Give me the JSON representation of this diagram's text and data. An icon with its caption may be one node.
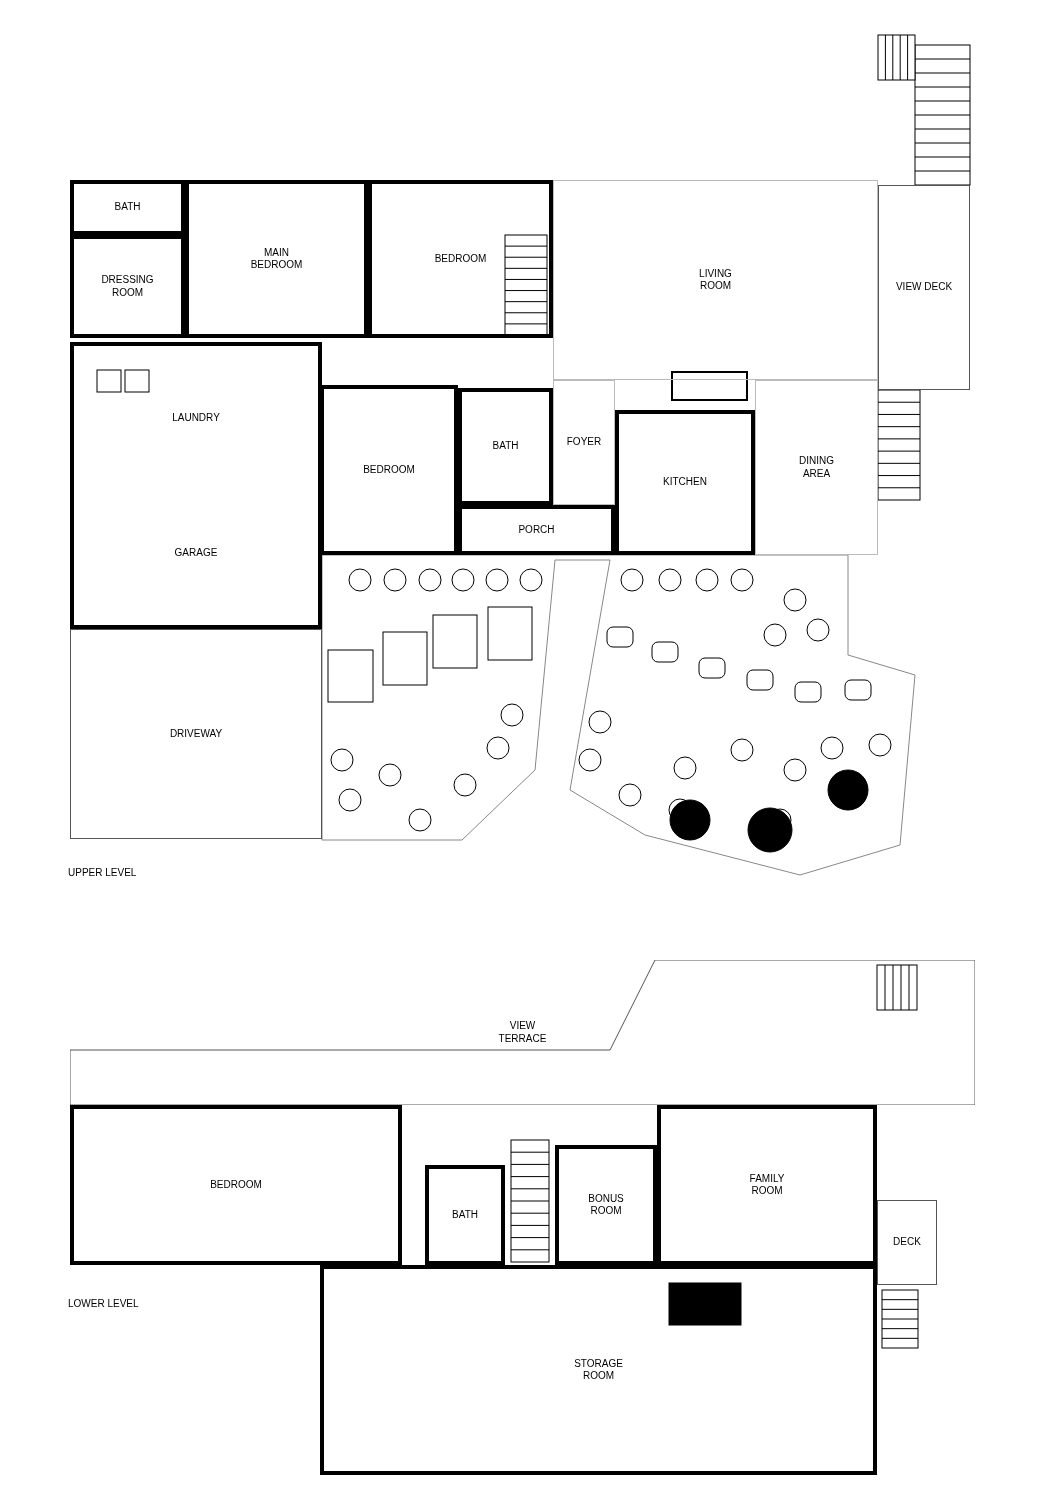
{
  "diagram": {
    "nodes": [
      {
        "text": [
          "BATH"
        ]
      },
      {
        "text": [
          "MAIN BEDROOM"
        ]
      },
      {
        "text": [
          "BEDROOM"
        ]
      },
      {
        "text": [
          "LIVING ROOM"
        ]
      },
      {
        "text": [
          "DRESSING ROOM"
        ]
      },
      {
        "text": [
          "VIEW DECK"
        ]
      },
      {
        "text": [
          "LAUNDRY",
          "GARAGE"
        ]
      },
      {
        "text": [
          "BEDROOM"
        ]
      },
      {
        "text": [
          "BATH"
        ]
      },
      {
        "text": [
          "FOYER"
        ]
      },
      {
        "text": [
          "KITCHEN"
        ]
      },
      {
        "text": [
          "DINING AREA"
        ]
      },
      {
        "text": [
          "PORCH"
        ]
      },
      {
        "text": [
          "DRIVEWAY"
        ]
      },
      {
        "text": [
          "VIEW TERRACE"
        ]
      },
      {
        "text": [
          "BEDROOM"
        ]
      },
      {
        "text": [
          "BATH"
        ]
      },
      {
        "text": [
          "BONUS ROOM"
        ]
      },
      {
        "text": [
          "FAMILY ROOM"
        ]
      },
      {
        "text": [
          "DECK"
        ]
      },
      {
        "text": [
          "STORAGE ROOM"
        ]
      }
    ],
    "labels": [
      "UPPER LEVEL",
      "LOWER LEVEL"
    ]
  }
}
